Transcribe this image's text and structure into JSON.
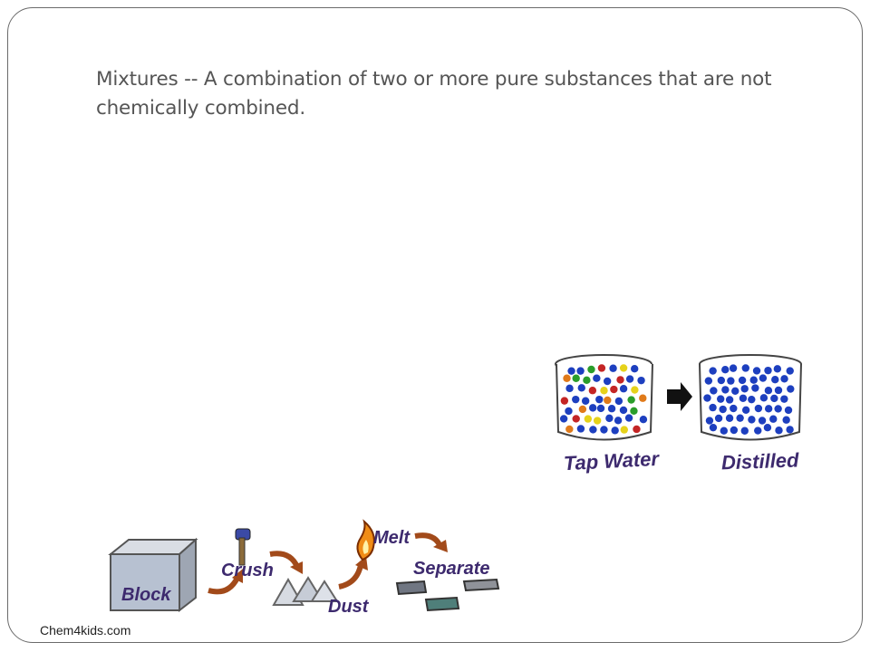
{
  "slide": {
    "body_text": "Mixtures  --  A combination of two or more pure substances that are not chemically combined.",
    "credit": "Chem4kids.com"
  },
  "water_illustration": {
    "left_label": "Tap Water",
    "right_label": "Distilled",
    "arrow_icon": "right-arrow-icon"
  },
  "process_illustration": {
    "steps": [
      "Block",
      "Crush",
      "Dust",
      "Melt",
      "Separate"
    ]
  },
  "colors": {
    "label_purple": "#3d2a6e",
    "dot_blue": "#1d3fbf",
    "arrow_brown": "#a24a1a"
  }
}
